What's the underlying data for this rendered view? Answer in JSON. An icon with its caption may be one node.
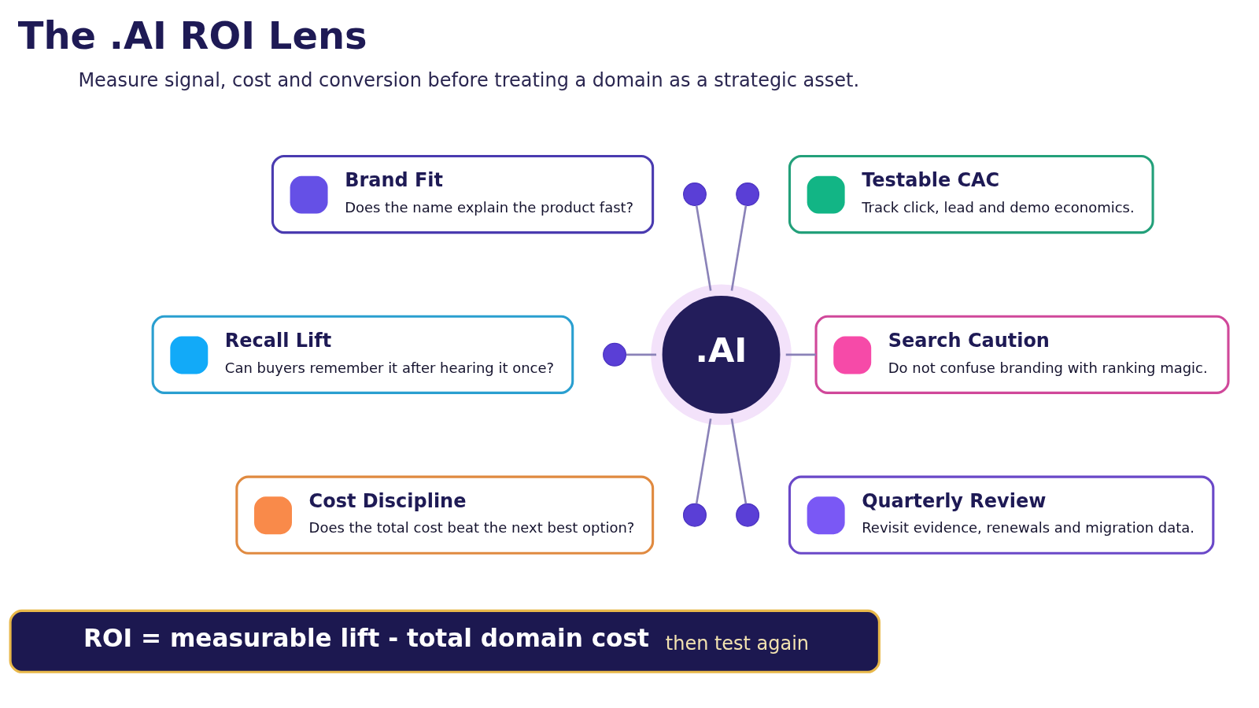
{
  "diagram": {
    "title": "The .AI ROI Lens",
    "nodes": [
      {
        "text": [
          "Brand Fit",
          "Does the name explain the product fast?"
        ]
      },
      {
        "text": [
          "Testable CAC",
          "Track click, lead and demo economics."
        ]
      },
      {
        "text": [
          "Recall Lift",
          "Can buyers remember it after hearing it once?"
        ]
      },
      {
        "text": [
          "Search Caution",
          "Do not confuse branding with ranking magic."
        ]
      },
      {
        "text": [
          "Cost Discipline",
          "Does the total cost beat the next best option?"
        ]
      },
      {
        "text": [
          "Quarterly Review",
          "Revisit evidence, renewals and migration data."
        ]
      },
      {
        "text": [
          ".AI"
        ]
      },
      {
        "text": [],
        "shape": "circle"
      },
      {
        "text": [],
        "shape": "circle"
      },
      {
        "text": [],
        "shape": "circle"
      },
      {
        "text": [],
        "shape": "circle"
      },
      {
        "text": [],
        "shape": "circle"
      },
      {
        "text": [
          "ROI = measurable lift - total domain cost",
          "then test again"
        ]
      }
    ],
    "edges": [
      {
        "from": 7,
        "to": 6,
        "arrow": "none"
      },
      {
        "from": 8,
        "to": 6,
        "arrow": "none"
      },
      {
        "from": 9,
        "to": 6,
        "arrow": "none"
      },
      {
        "from": 6,
        "to": 3,
        "arrow": "none"
      },
      {
        "from": 6,
        "to": 10,
        "arrow": "none"
      },
      {
        "from": 6,
        "to": 11,
        "arrow": "none"
      }
    ],
    "labels": [
      "Measure signal, cost and conversion before treating a domain as a strategic asset."
    ]
  }
}
